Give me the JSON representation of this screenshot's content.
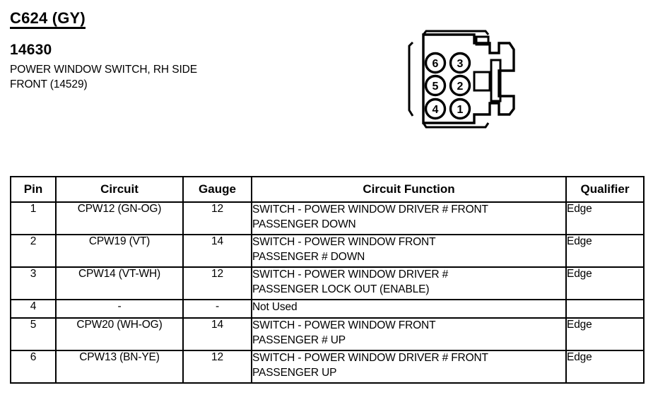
{
  "header": {
    "connector_id": "C624 (GY)",
    "part_number": "14630",
    "description_line_1": "POWER WINDOW SWITCH, RH SIDE",
    "description_line_2": "FRONT (14529)"
  },
  "connector": {
    "name": "6-pin-connector-diagram",
    "pin_count": 6,
    "pin_labels": [
      "6",
      "3",
      "5",
      "2",
      "4",
      "1"
    ],
    "layout_rows": [
      [
        "6",
        "3"
      ],
      [
        "5",
        "2"
      ],
      [
        "4",
        "1"
      ]
    ]
  },
  "table": {
    "columns": [
      "Pin",
      "Circuit",
      "Gauge",
      "Circuit Function",
      "Qualifier"
    ],
    "rows": [
      {
        "pin": "1",
        "circuit": "CPW12 (GN-OG)",
        "gauge": "12",
        "function_lines": [
          "SWITCH - POWER WINDOW DRIVER # FRONT",
          "PASSENGER DOWN"
        ],
        "qualifier": "Edge"
      },
      {
        "pin": "2",
        "circuit": "CPW19 (VT)",
        "gauge": "14",
        "function_lines": [
          "SWITCH - POWER WINDOW FRONT",
          "PASSENGER # DOWN"
        ],
        "qualifier": "Edge"
      },
      {
        "pin": "3",
        "circuit": "CPW14 (VT-WH)",
        "gauge": "12",
        "function_lines": [
          "SWITCH - POWER WINDOW DRIVER #",
          "PASSENGER LOCK OUT (ENABLE)"
        ],
        "qualifier": "Edge"
      },
      {
        "pin": "4",
        "circuit": "-",
        "gauge": "-",
        "function_lines": [
          "Not Used"
        ],
        "qualifier": ""
      },
      {
        "pin": "5",
        "circuit": "CPW20 (WH-OG)",
        "gauge": "14",
        "function_lines": [
          "SWITCH - POWER WINDOW FRONT",
          "PASSENGER # UP"
        ],
        "qualifier": "Edge"
      },
      {
        "pin": "6",
        "circuit": "CPW13 (BN-YE)",
        "gauge": "12",
        "function_lines": [
          "SWITCH - POWER WINDOW DRIVER # FRONT",
          "PASSENGER UP"
        ],
        "qualifier": "Edge"
      }
    ]
  },
  "colors": {
    "ink": "#000000",
    "paper": "#ffffff"
  }
}
